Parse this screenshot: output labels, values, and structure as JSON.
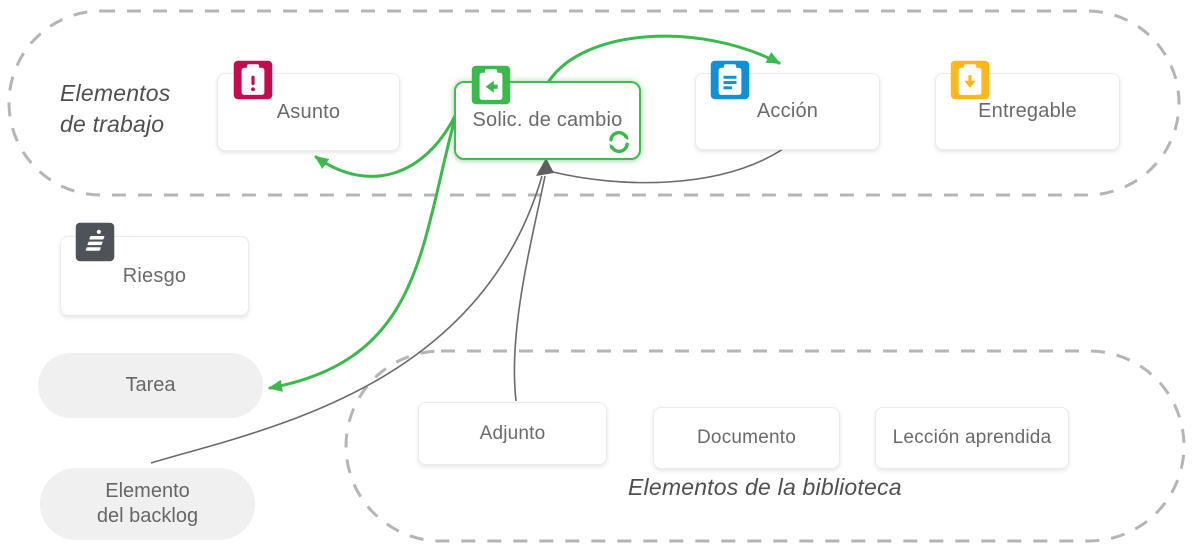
{
  "groups": {
    "work": {
      "label_line1": "Elementos",
      "label_line2": "de trabajo"
    },
    "library": {
      "label": "Elementos de la biblioteca"
    }
  },
  "nodes": {
    "asunto": {
      "label": "Asunto",
      "icon": "clipboard-exclamation-icon"
    },
    "solicitud": {
      "label": "Solic. de cambio",
      "icon": "clipboard-arrow-left-icon",
      "badge_icon": "sync-icon",
      "state": "selected"
    },
    "accion": {
      "label": "Acción",
      "icon": "clipboard-list-icon"
    },
    "entregable": {
      "label": "Entregable",
      "icon": "clipboard-arrow-down-icon"
    },
    "riesgo": {
      "label": "Riesgo",
      "icon": "risk-hazard-icon"
    },
    "tarea": {
      "label": "Tarea"
    },
    "backlog": {
      "label_line1": "Elemento",
      "label_line2": "del backlog"
    },
    "adjunto": {
      "label": "Adjunto"
    },
    "documento": {
      "label": "Documento"
    },
    "leccion": {
      "label": "Lección aprendida"
    }
  },
  "edges": [
    {
      "from": "solicitud",
      "to": "asunto",
      "color": "#3CB94C"
    },
    {
      "from": "solicitud",
      "to": "accion",
      "color": "#3CB94C"
    },
    {
      "from": "solicitud",
      "to": "tarea",
      "color": "#3CB94C"
    },
    {
      "from": "accion",
      "to": "solicitud",
      "color": "#6A6A6A"
    },
    {
      "from": "adjunto",
      "to": "solicitud",
      "color": "#6A6A6A"
    },
    {
      "from": "backlog",
      "to": "solicitud",
      "color": "#6A6A6A"
    }
  ],
  "colors": {
    "green": "#3CB94C",
    "crimson": "#C40B4E",
    "blue": "#1191D3",
    "amber": "#FFB71C",
    "dark_gray": "#4E5359",
    "edge_gray": "#6A6A6A",
    "dash_border": "#B5B5B5",
    "pill_bg": "#F0F0F1"
  }
}
